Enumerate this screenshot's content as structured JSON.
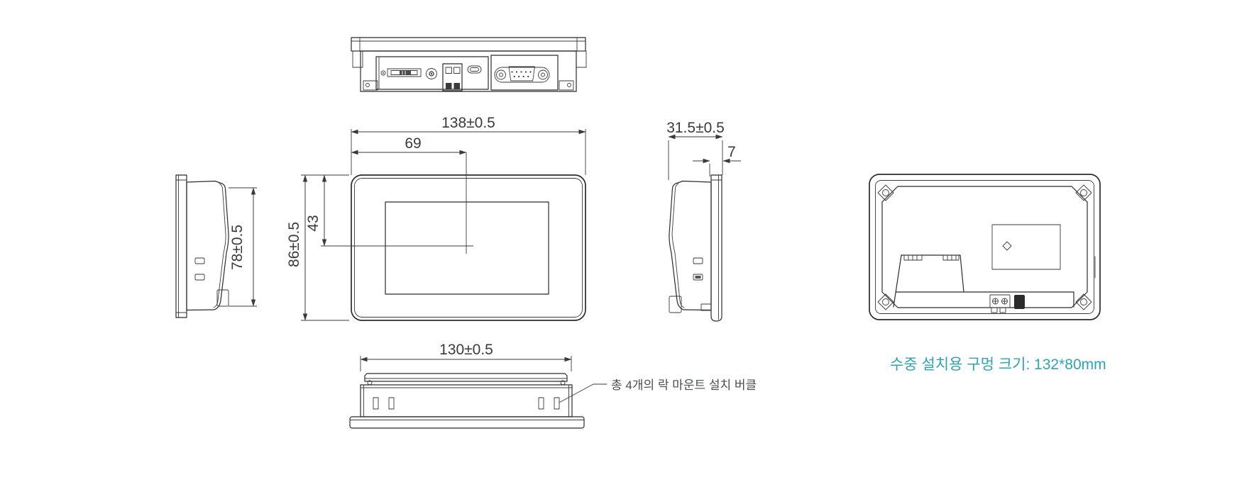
{
  "drawing": {
    "dimensions": {
      "front_width": "138±0.5",
      "center_offset_x": "69",
      "front_height": "86±0.5",
      "center_offset_y": "43",
      "side_height": "78±0.5",
      "total_depth": "31.5±0.5",
      "panel_depth": "7",
      "body_width": "130±0.5"
    },
    "annotations": {
      "buckle_note": "총 4개의 락 마운트 설치 버클",
      "cutout_note": "수중 설치용 구멍 크기: 132*80mm"
    },
    "colors": {
      "line": "#2b2b2b",
      "dimension_text": "#3a3a3a",
      "buckle_note_text": "#4a4e55",
      "cutout_note_text": "#2da4b5"
    }
  }
}
